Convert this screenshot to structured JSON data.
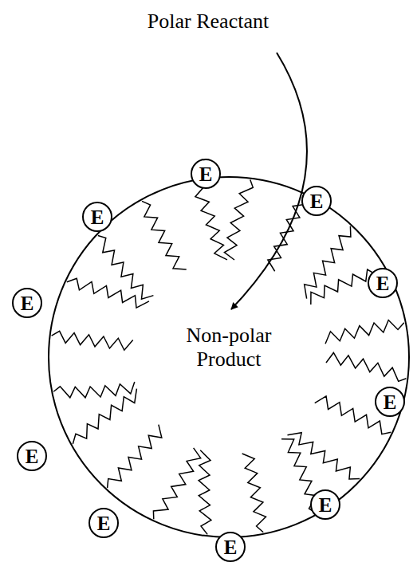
{
  "diagram": {
    "nodes": [
      {
        "text": [
          "Non-polar Product"
        ]
      },
      {
        "text": [
          "E"
        ]
      },
      {
        "text": [
          "E"
        ]
      },
      {
        "text": [
          "E"
        ]
      },
      {
        "text": [
          "E"
        ]
      },
      {
        "text": [
          "E"
        ]
      },
      {
        "text": [
          "E"
        ]
      },
      {
        "text": [
          "E"
        ]
      },
      {
        "text": [
          "E"
        ]
      },
      {
        "text": [
          "E"
        ]
      },
      {
        "text": [
          "E"
        ]
      }
    ],
    "labels": [
      "Polar Reactant"
    ]
  }
}
